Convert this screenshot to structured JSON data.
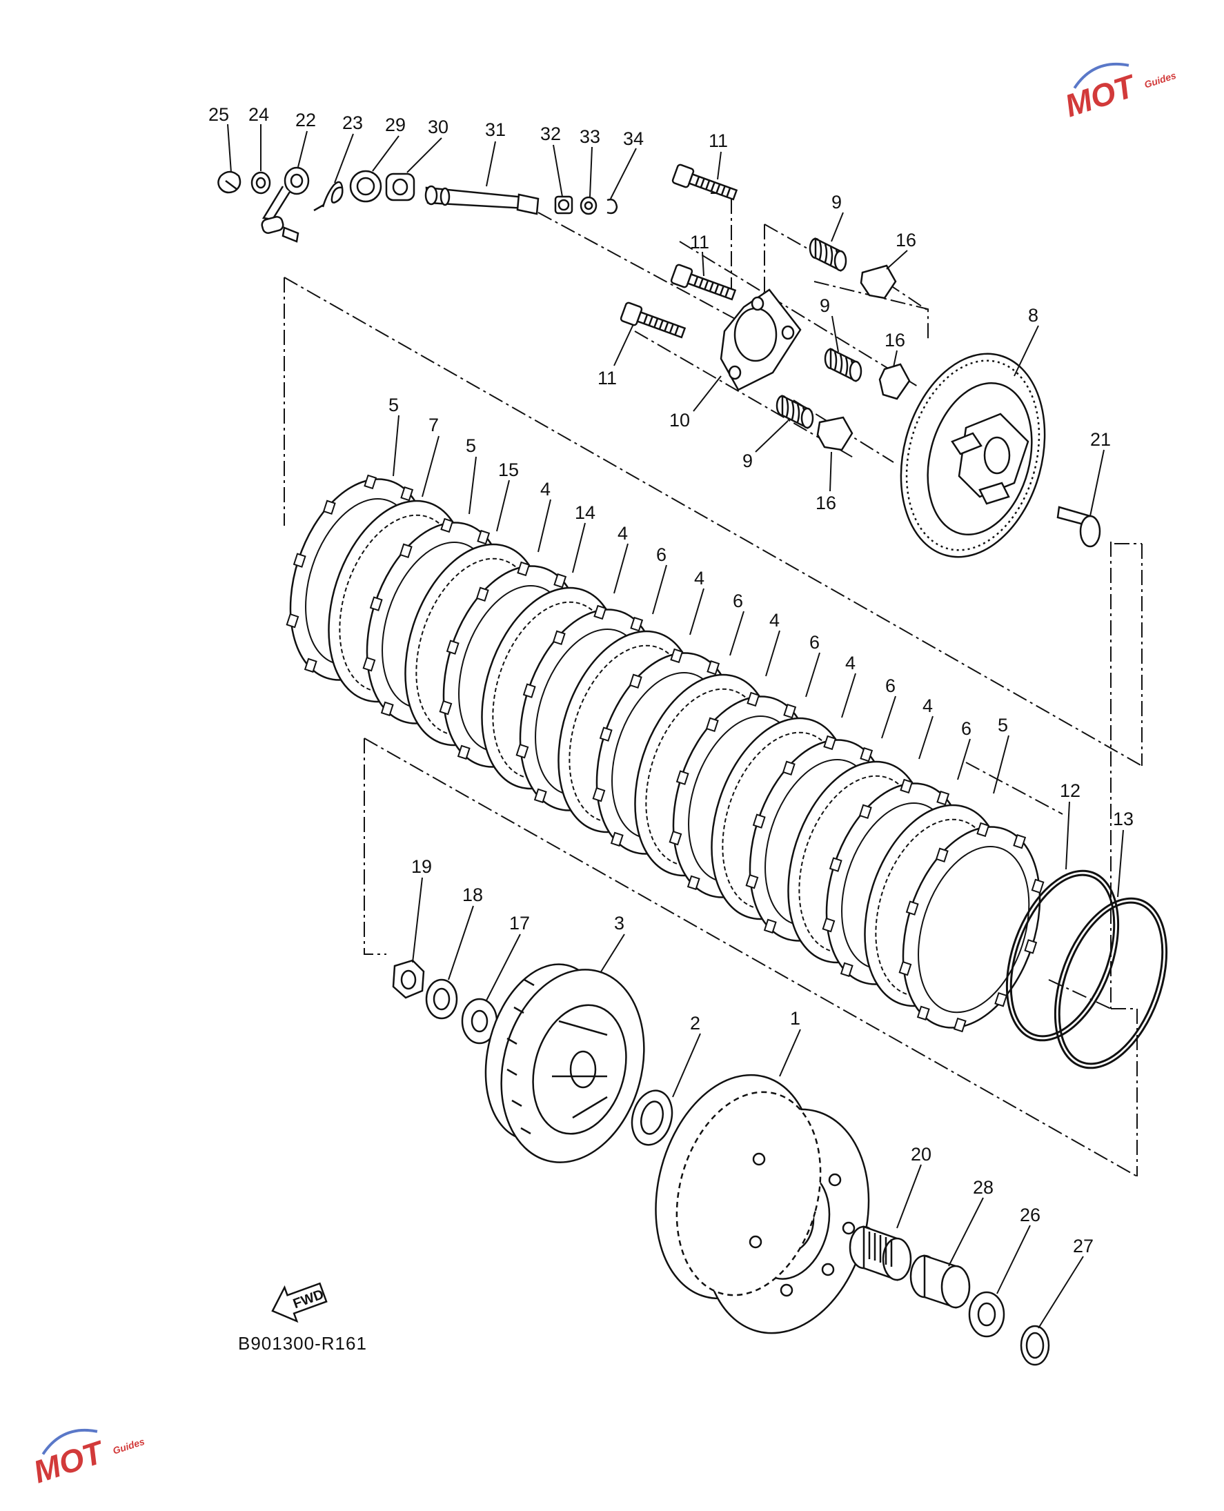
{
  "diagram": {
    "figure_code": "B901300-R161",
    "fwd_label": "FWD",
    "watermark": {
      "mark": "MOT",
      "sub": "Guides"
    },
    "part_labels": [
      "25",
      "24",
      "22",
      "23",
      "29",
      "30",
      "31",
      "32",
      "33",
      "34",
      "11",
      "11",
      "11",
      "9",
      "9",
      "9",
      "16",
      "16",
      "16",
      "8",
      "10",
      "21",
      "5",
      "7",
      "5",
      "15",
      "4",
      "14",
      "4",
      "6",
      "4",
      "6",
      "4",
      "6",
      "4",
      "6",
      "4",
      "6",
      "5",
      "12",
      "13",
      "19",
      "18",
      "17",
      "3",
      "2",
      "1",
      "20",
      "28",
      "26",
      "27"
    ],
    "colors": {
      "line": "#111111",
      "paper": "#ffffff",
      "watermark_red": "#d23a3a",
      "watermark_blue": "#5a78c8"
    }
  }
}
